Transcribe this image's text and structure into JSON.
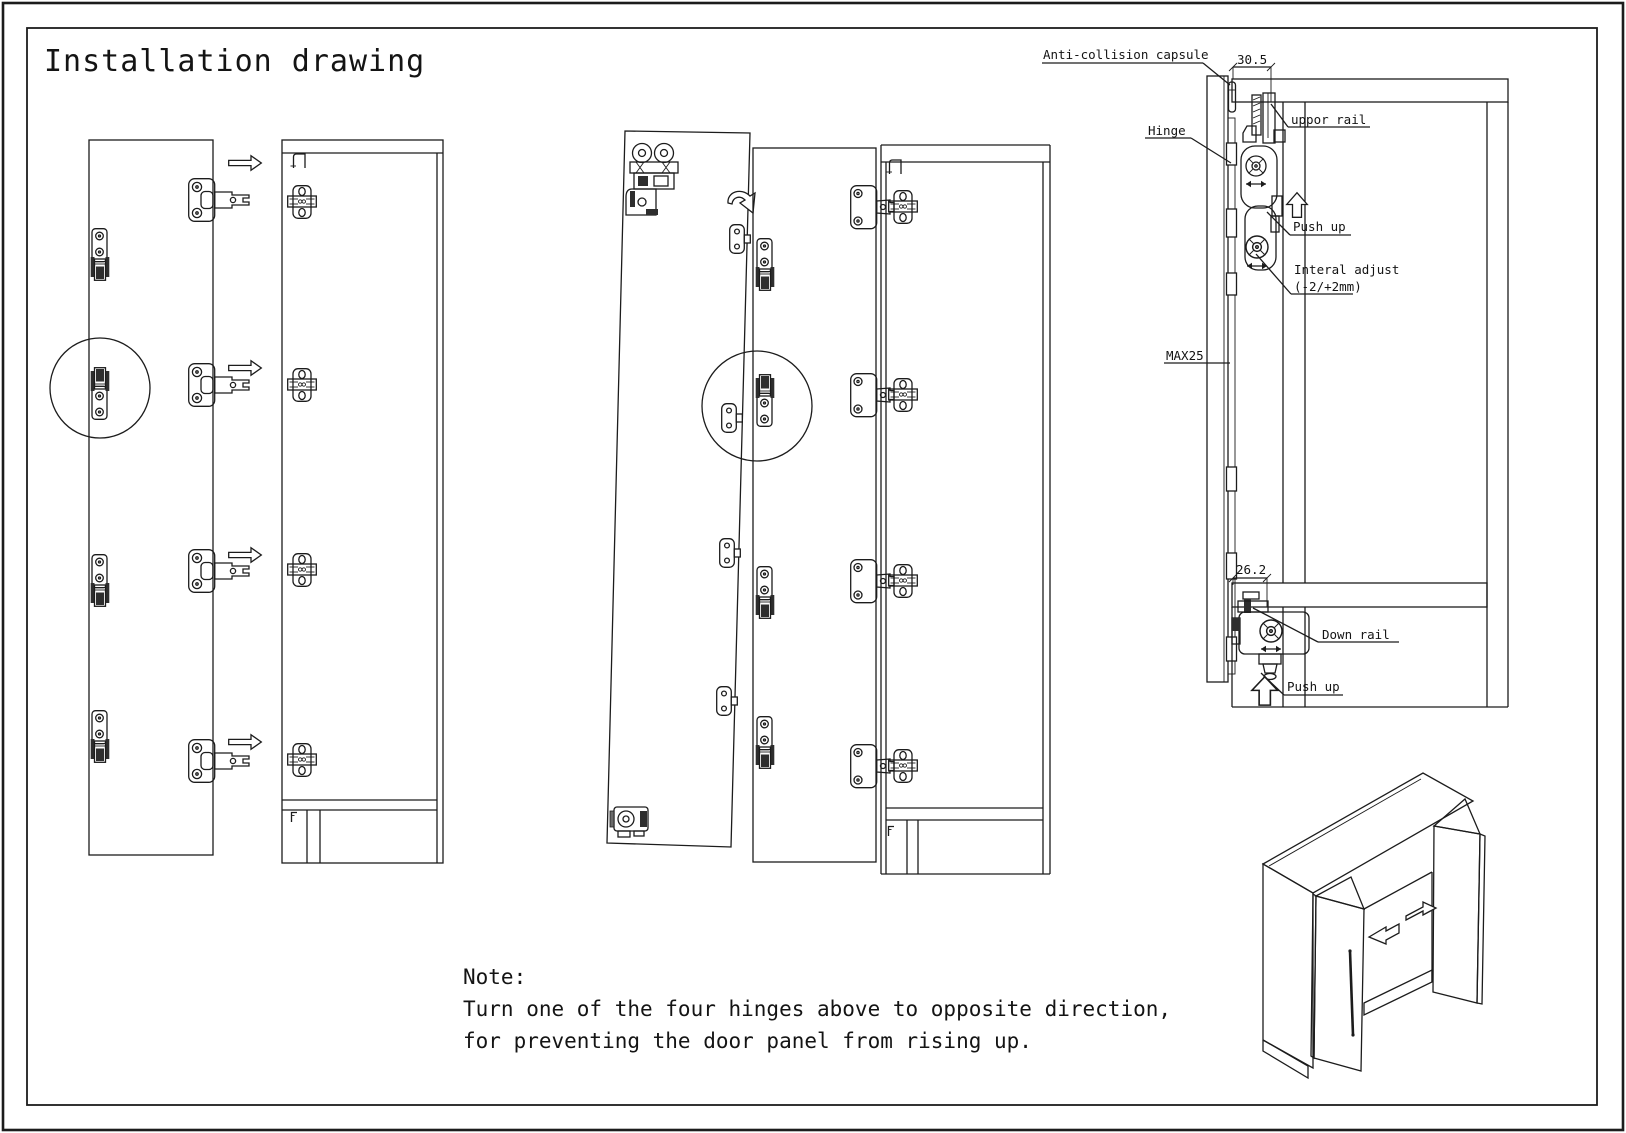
{
  "page": {
    "title": "Installation drawing",
    "colors": {
      "ink": "#1c1c1c",
      "paper": "#ffffff",
      "dark_fill": "#2e2e2e"
    }
  },
  "detail_view": {
    "labels": {
      "anti_collision_capsule": "Anti-collision capsule",
      "top_clearance": "30.5",
      "upper_rail": "uppor rail",
      "hinge": "Hinge",
      "push_up_top": "Push up",
      "internal_adjust": "Interal adjust",
      "internal_adjust_range": "(-2/+2mm)",
      "max_door_thickness": "MAX25",
      "bottom_clearance": "26.2",
      "down_rail": "Down rail",
      "push_up_bottom": "Push up"
    }
  },
  "note": {
    "heading": "Note:",
    "line1": "Turn one of the four hinges above to opposite direction,",
    "line2": "for preventing the door panel from rising up."
  },
  "icons": {
    "transfer_arrow": "right-arrow",
    "push_up_arrow": "hollow-up-arrow",
    "rotate_arrow": "curved-arrow",
    "slide_arrows": "left-and-right-arrows"
  }
}
